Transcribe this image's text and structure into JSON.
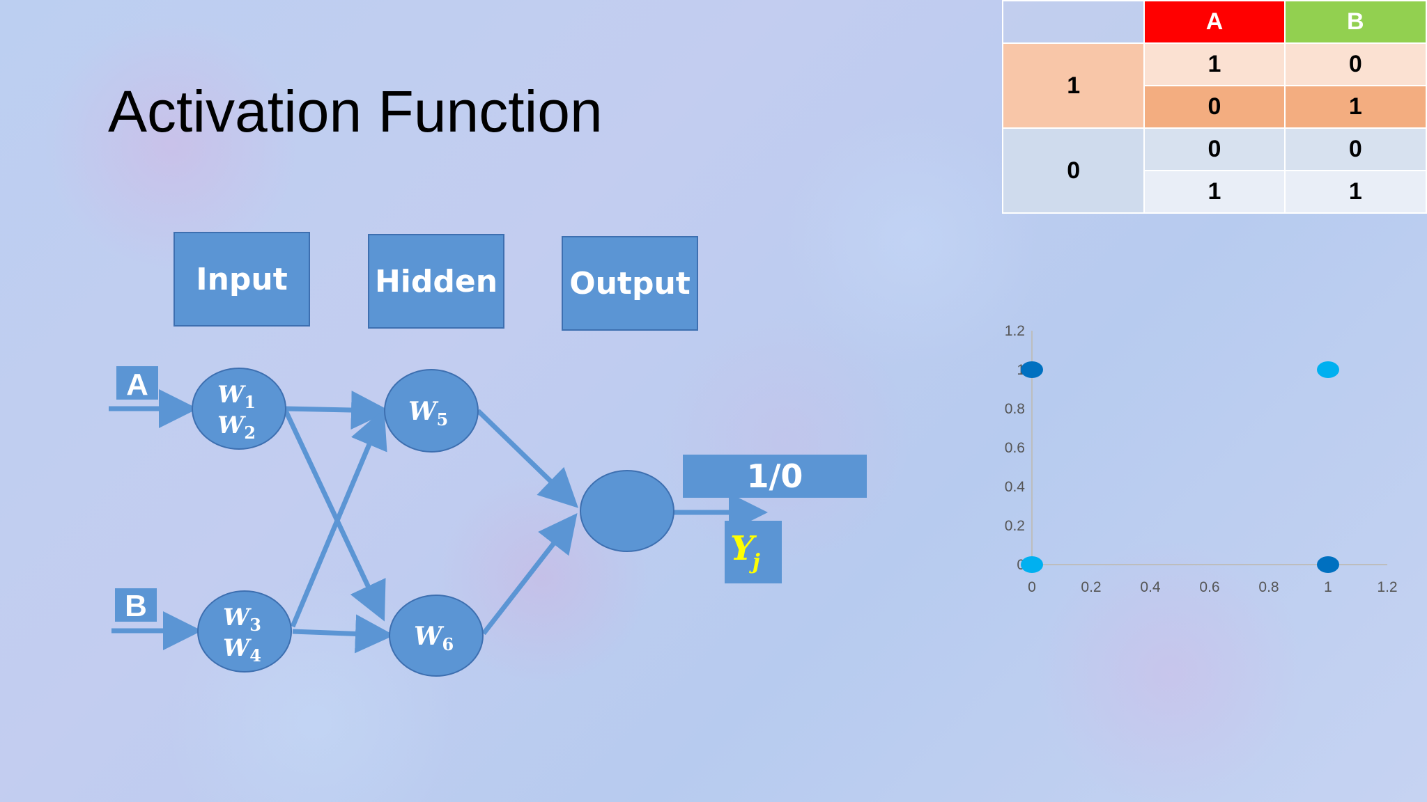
{
  "slide": {
    "title": "Activation Function"
  },
  "layers": {
    "input": "Input",
    "hidden": "Hidden",
    "output": "Output"
  },
  "inputs": {
    "a": "A",
    "b": "B"
  },
  "nodes": {
    "n1": {
      "line1": "W",
      "sub1": "1",
      "line2": "W",
      "sub2": "2"
    },
    "n2": {
      "line1": "W",
      "sub1": "3",
      "line2": "W",
      "sub2": "4"
    },
    "n5": {
      "line1": "W",
      "sub1": "5"
    },
    "n6": {
      "line1": "W",
      "sub1": "6"
    }
  },
  "output": {
    "value": "1/0",
    "symbol": "Y",
    "symbol_sub": "j"
  },
  "colors": {
    "box": "#5b95d4",
    "arrow": "#5b95d4",
    "header_a": "#ff0000",
    "header_b": "#92d050",
    "dot_dark": "#0070c0",
    "dot_light": "#00b0f0"
  },
  "truth_table": {
    "headers": [
      "",
      "A",
      "B"
    ],
    "groups": [
      {
        "key": "1",
        "rows": [
          [
            "1",
            "0"
          ],
          [
            "0",
            "1"
          ]
        ]
      },
      {
        "key": "0",
        "rows": [
          [
            "0",
            "0"
          ],
          [
            "1",
            "1"
          ]
        ]
      }
    ]
  },
  "chart_data": {
    "type": "scatter",
    "title": "",
    "xlabel": "",
    "ylabel": "",
    "xlim": [
      0,
      1.2
    ],
    "ylim": [
      0,
      1.2
    ],
    "x_ticks": [
      "0",
      "0.2",
      "0.4",
      "0.6",
      "0.8",
      "1",
      "1.2"
    ],
    "y_ticks": [
      "0",
      "0.2",
      "0.4",
      "0.6",
      "0.8",
      "1",
      "1.2"
    ],
    "grid": false,
    "series": [
      {
        "points": [
          [
            0,
            1
          ],
          [
            1,
            0
          ]
        ],
        "color": "#0070c0"
      },
      {
        "points": [
          [
            0,
            0
          ],
          [
            1,
            1
          ]
        ],
        "color": "#00b0f0"
      }
    ]
  }
}
